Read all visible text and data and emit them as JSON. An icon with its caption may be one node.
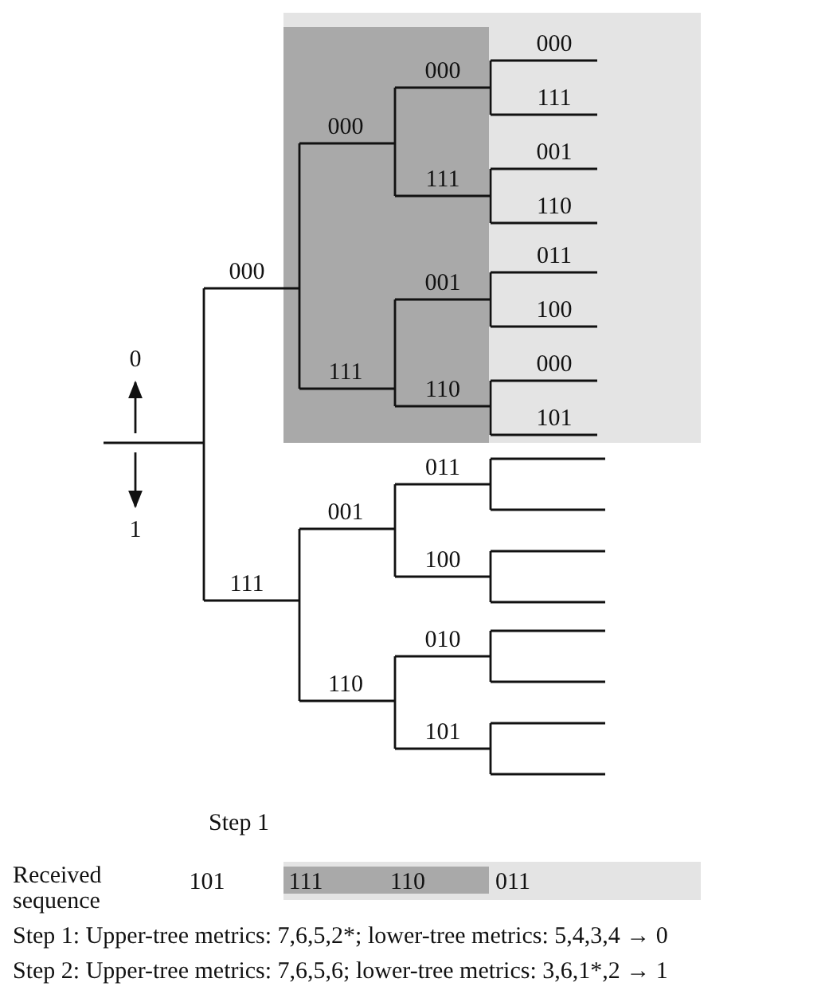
{
  "diagram": {
    "labels": [
      "000",
      "000",
      "111",
      "000",
      "001",
      "111",
      "110",
      "000",
      "011",
      "001",
      "100",
      "0",
      "000",
      "111",
      "110",
      "101",
      "011",
      "001",
      "100",
      "111",
      "1",
      "010",
      "110",
      "101",
      "Step 1",
      "Received sequence",
      "101",
      "111",
      "110",
      "011",
      "Step 1: Upper-tree metrics: 7,6,5,2*; lower-tree metrics: 5,4,3,4 → 0",
      "Step 2: Upper-tree metrics: 7,6,5,6; lower-tree metrics: 3,6,1*,2 → 1"
    ]
  }
}
